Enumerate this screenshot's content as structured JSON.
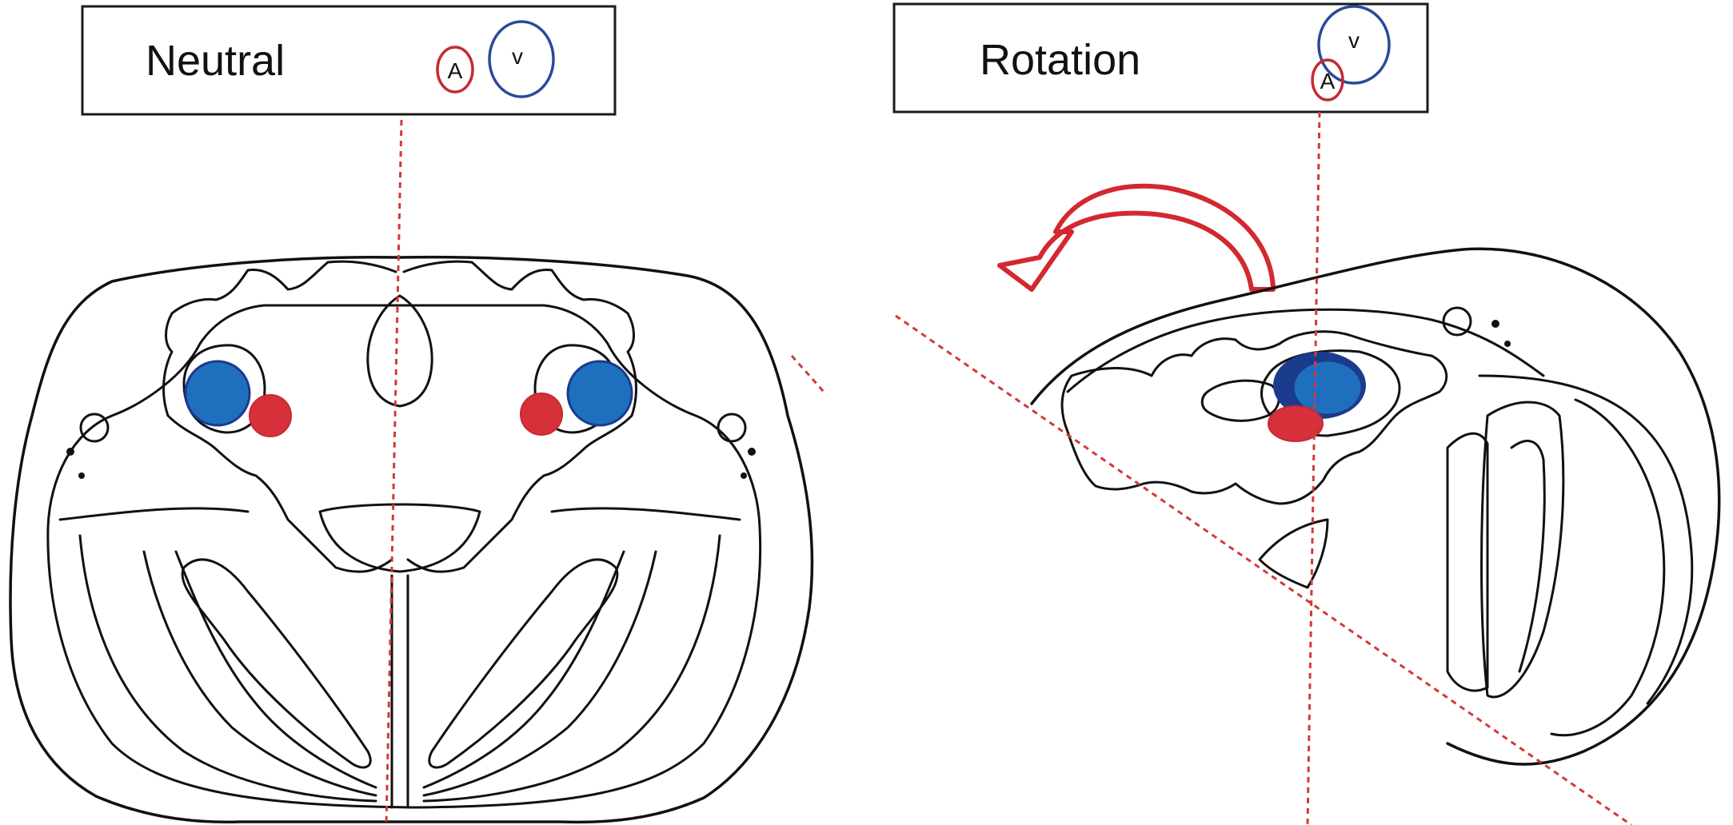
{
  "panels": [
    {
      "title": "Neutral",
      "artery_label": "A",
      "vein_label": "v"
    },
    {
      "title": "Rotation",
      "artery_label": "A",
      "vein_label": "v"
    }
  ],
  "colors": {
    "artery": "#d8303a",
    "artery_outline": "#c32b33",
    "vein": "#1f6fbf",
    "vein_dark": "#1b3b8c",
    "vein_outline": "#2a4a9a",
    "midline": "#d23a3a",
    "arrow": "#d3282f",
    "outline": "#111111"
  },
  "icons": [
    "rotation-arrow-icon"
  ]
}
